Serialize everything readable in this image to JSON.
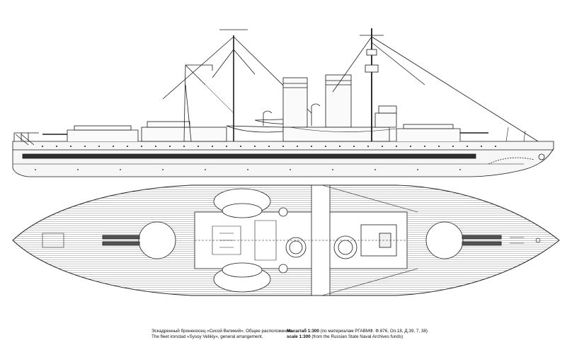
{
  "caption": {
    "ru_title": "Эскадренный броненосец «Сисой Великий». Общее расположение.",
    "en_title": "The fleet ironclad «Sysoy Velikiy», general arrangement.",
    "ru_scale_label": "Масштаб 1:300",
    "ru_scale_note": "(по материалам РГАВМФ. Ф.876, Оп.18, Д.39, 7, 38)",
    "en_scale_label": "scale 1:300",
    "en_scale_note": "(from the Russian State Naval Archives funds)"
  },
  "colors": {
    "line": "#1a1a1a",
    "deck_planking": "#9a9a9a",
    "hull_fill": "#f4f4f4",
    "boot_topping": "#2a2a2a"
  },
  "views": [
    "side-profile",
    "deck-plan"
  ]
}
